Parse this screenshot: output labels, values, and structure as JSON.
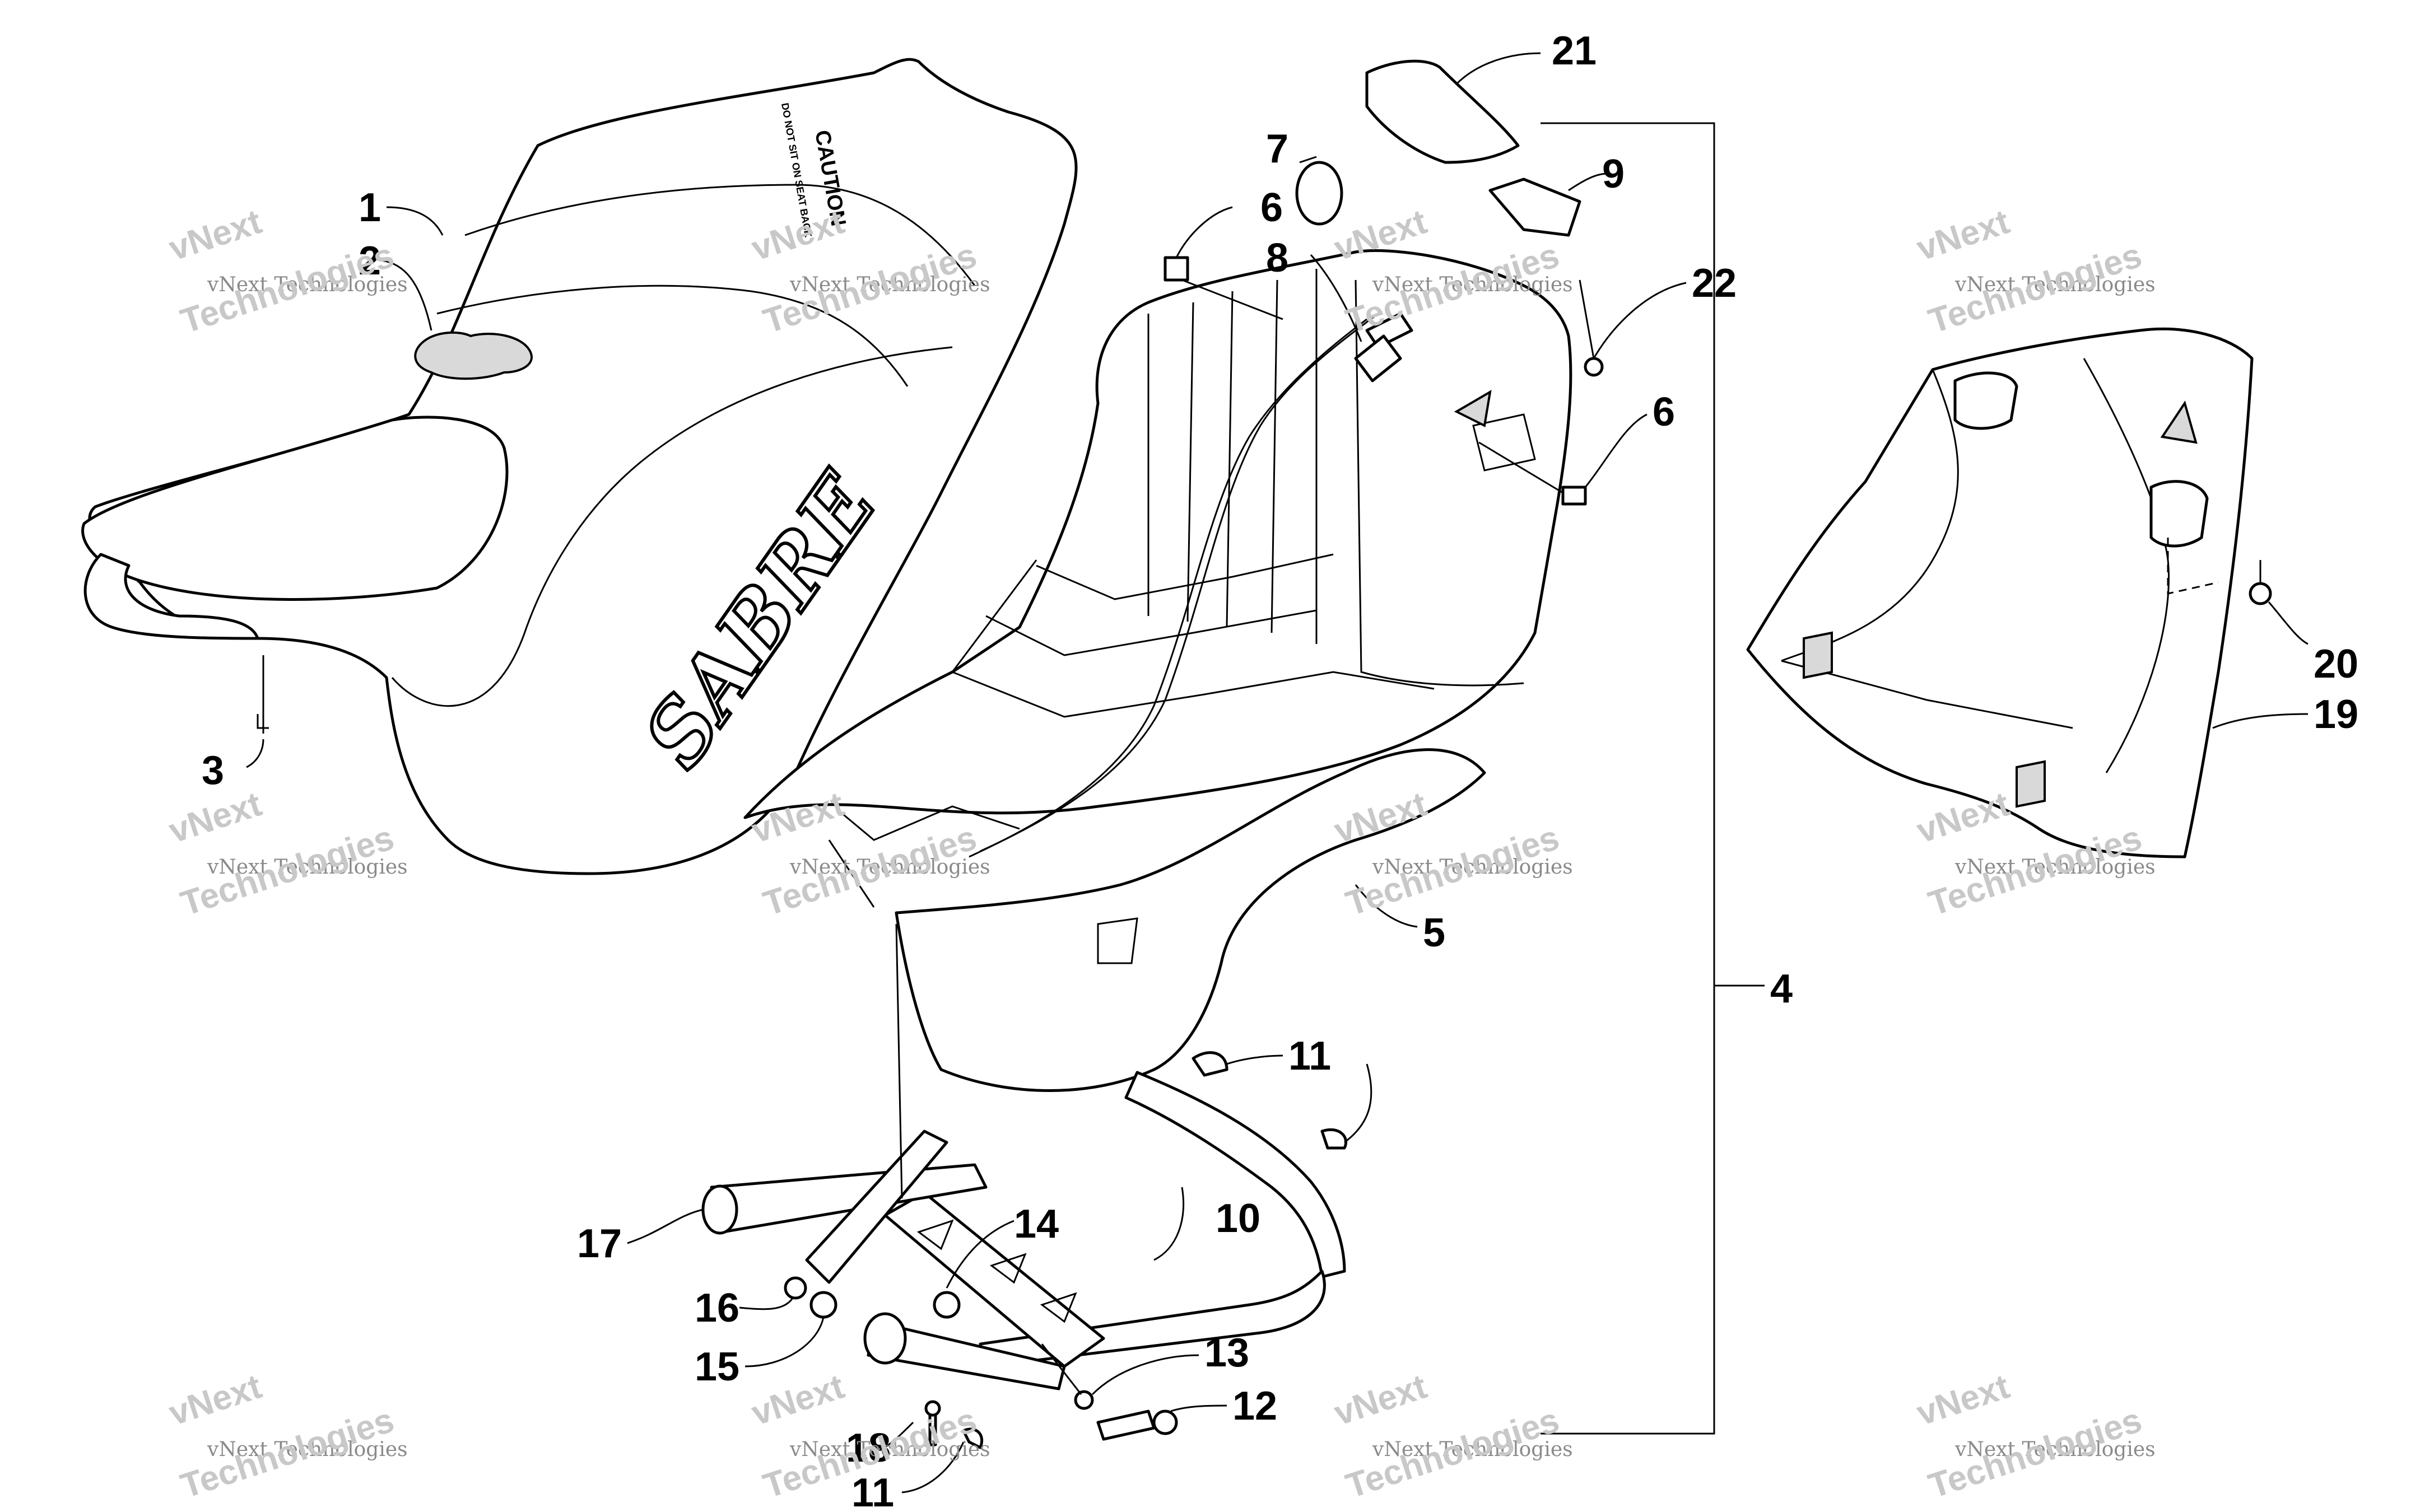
{
  "diagram": {
    "callouts": [
      {
        "id": "c1",
        "label": "1"
      },
      {
        "id": "c2",
        "label": "2"
      },
      {
        "id": "c3",
        "label": "3"
      },
      {
        "id": "c4",
        "label": "4"
      },
      {
        "id": "c5",
        "label": "5"
      },
      {
        "id": "c6a",
        "label": "6"
      },
      {
        "id": "c6b",
        "label": "6"
      },
      {
        "id": "c7",
        "label": "7"
      },
      {
        "id": "c8",
        "label": "8"
      },
      {
        "id": "c9",
        "label": "9"
      },
      {
        "id": "c10",
        "label": "10"
      },
      {
        "id": "c11a",
        "label": "11"
      },
      {
        "id": "c11b",
        "label": "11"
      },
      {
        "id": "c12",
        "label": "12"
      },
      {
        "id": "c13",
        "label": "13"
      },
      {
        "id": "c14",
        "label": "14"
      },
      {
        "id": "c15",
        "label": "15"
      },
      {
        "id": "c16",
        "label": "16"
      },
      {
        "id": "c17",
        "label": "17"
      },
      {
        "id": "c18",
        "label": "18"
      },
      {
        "id": "c19",
        "label": "19"
      },
      {
        "id": "c20",
        "label": "20"
      },
      {
        "id": "c21",
        "label": "21"
      },
      {
        "id": "c22",
        "label": "22"
      }
    ],
    "seat_decal_caution": "CAUTION",
    "seat_decal_notice": "DO NOT SIT ON SEAT BACK",
    "seat_logo": "SABRE"
  },
  "watermark": {
    "line1": "vNext Technologies",
    "line2": "Technologies",
    "line3": "vNext"
  }
}
